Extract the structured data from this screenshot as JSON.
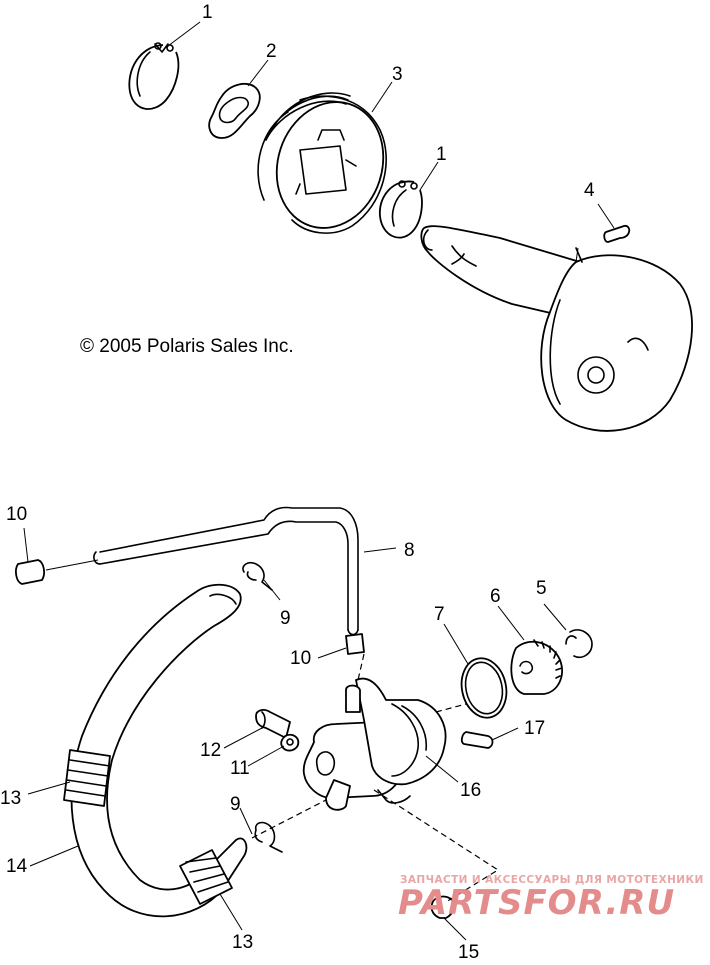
{
  "copyright": "© 2005 Polaris Sales Inc.",
  "callouts": {
    "n1a": "1",
    "n2": "2",
    "n3": "3",
    "n1b": "1",
    "n4": "4",
    "n10a": "10",
    "n8": "8",
    "n9a": "9",
    "n10b": "10",
    "n7": "7",
    "n6": "6",
    "n5": "5",
    "n17": "17",
    "n12": "12",
    "n11": "11",
    "n16": "16",
    "n13a": "13",
    "n9b": "9",
    "n14": "14",
    "n13b": "13",
    "n15": "15"
  },
  "watermark": {
    "tagline": "ЗАПЧАСТИ И АКСЕССУАРЫ ДЛЯ МОТОТЕХНИКИ",
    "brand": "PARTSFOR.RU"
  },
  "colors": {
    "line": "#000000",
    "watermark": "#e48b8b",
    "background": "#ffffff"
  }
}
